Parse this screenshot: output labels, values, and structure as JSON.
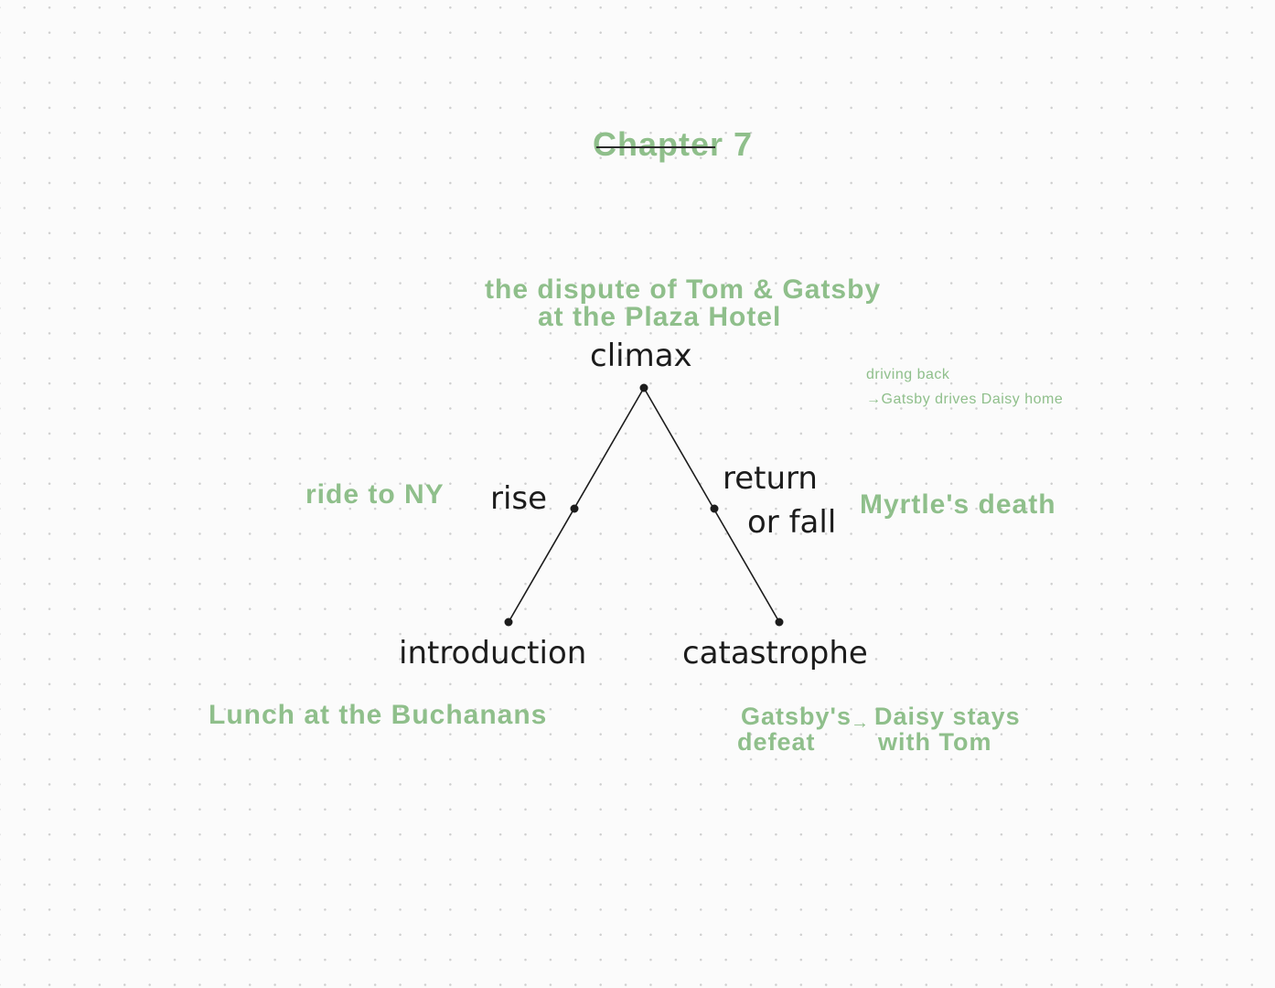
{
  "title": {
    "text": "Chapter 7"
  },
  "nodes": {
    "climax": "climax",
    "rise": "rise",
    "return_line1": "return",
    "return_line2": "or fall",
    "introduction": "introduction",
    "catastrophe": "catastrophe"
  },
  "notes": {
    "climax_line1": "the dispute of Tom & Gatsby",
    "climax_line2": "at the Plaza Hotel",
    "rise": "ride to NY",
    "return_small_line1": "driving back",
    "return_small_line2": "→Gatsby drives Daisy home",
    "return": "Myrtle's death",
    "introduction": "Lunch at the Buchanans",
    "catastrophe_part1_line1": "Gatsby's",
    "catastrophe_part1_line2": "defeat",
    "catastrophe_arrow": "→",
    "catastrophe_part2_line1": "Daisy stays",
    "catastrophe_part2_line2": "with Tom"
  },
  "colors": {
    "handwriting": "#8fbf8b",
    "diagram_line": "#1c1c1c",
    "background": "#fbfbfb"
  }
}
